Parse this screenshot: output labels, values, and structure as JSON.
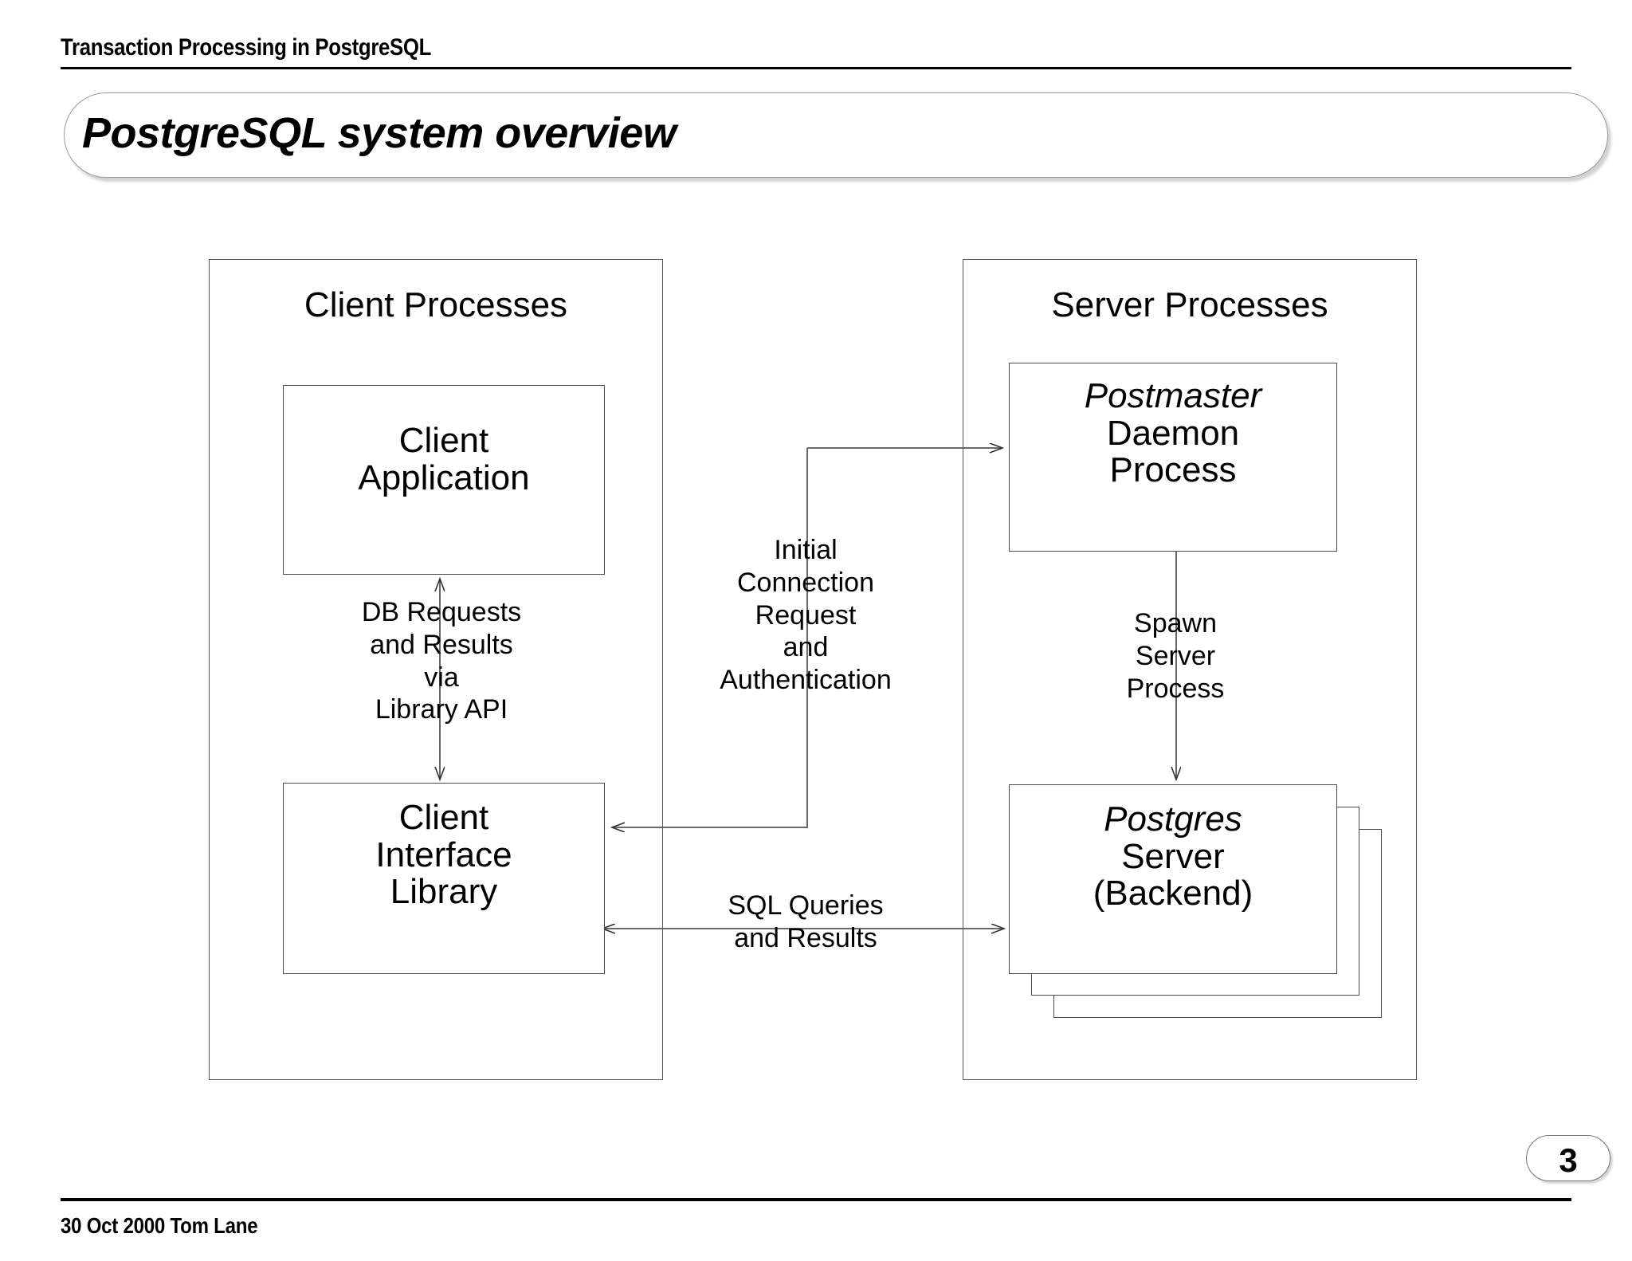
{
  "header": {
    "eyebrow": "Transaction Processing in PostgreSQL",
    "title": "PostgreSQL system overview"
  },
  "footer": {
    "date_author": "30 Oct 2000  Tom Lane",
    "page_number": "3"
  },
  "diagram": {
    "groups": [
      {
        "id": "client",
        "label": "Client Processes"
      },
      {
        "id": "server",
        "label": "Server Processes"
      }
    ],
    "nodes": [
      {
        "id": "client-application",
        "lines": [
          "Client",
          "Application"
        ],
        "italic_lines": []
      },
      {
        "id": "client-interface-library",
        "lines": [
          "Client",
          "Interface",
          "Library"
        ],
        "italic_lines": []
      },
      {
        "id": "postmaster-daemon-process",
        "lines": [
          "Postmaster",
          "Daemon",
          "Process"
        ],
        "italic_lines": [
          "Postmaster"
        ]
      },
      {
        "id": "postgres-server-backend",
        "lines": [
          "Postgres",
          "Server",
          "(Backend)"
        ],
        "italic_lines": [
          "Postgres"
        ],
        "stacked": true
      }
    ],
    "edges": [
      {
        "id": "db-requests",
        "label_lines": [
          "DB Requests",
          "and Results",
          "via",
          "Library API"
        ],
        "direction": "bidirectional"
      },
      {
        "id": "initial-connection",
        "label_lines": [
          "Initial",
          "Connection",
          "Request",
          "and",
          "Authentication"
        ],
        "direction": "forward"
      },
      {
        "id": "spawn-server",
        "label_lines": [
          "Spawn",
          "Server",
          "Process"
        ],
        "direction": "forward"
      },
      {
        "id": "sql-queries",
        "label_lines": [
          "SQL Queries",
          "and Results"
        ],
        "direction": "bidirectional"
      }
    ]
  },
  "colors": {
    "ink": "#000000",
    "box_stroke": "#4a4a4a",
    "pill_stroke": "#999999",
    "background": "#ffffff"
  }
}
